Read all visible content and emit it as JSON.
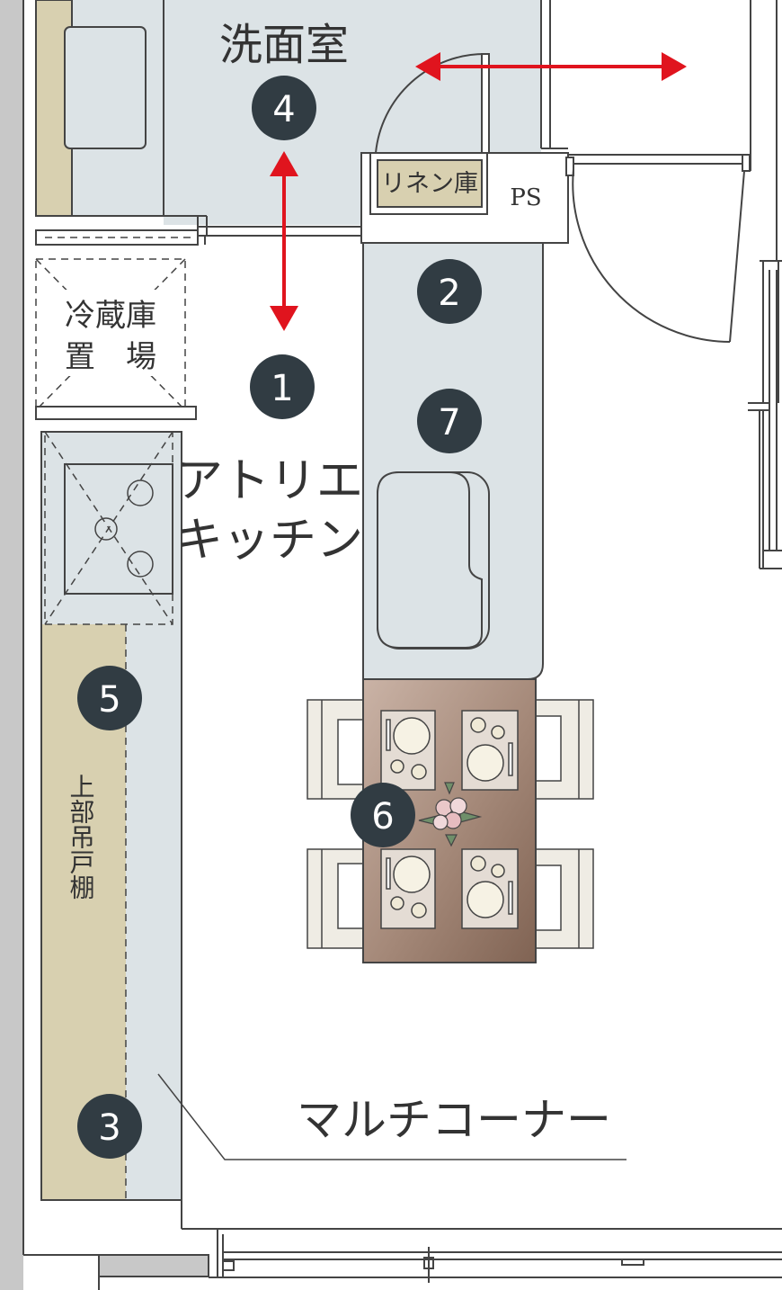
{
  "labels": {
    "washroom": "洗面室",
    "linen": "リネン庫",
    "ps": "PS",
    "fridge_line1": "冷蔵庫",
    "fridge_line2": "置　場",
    "kitchen_line1": "アトリエ",
    "kitchen_line2": "キッチン",
    "upper_cabinet": "上部吊戸棚",
    "multi_corner": "マルチコーナー"
  },
  "markers": {
    "m1": "1",
    "m2": "2",
    "m3": "3",
    "m4": "4",
    "m5": "5",
    "m6": "6",
    "m7": "7"
  },
  "colors": {
    "floor_blue": "#dce3e6",
    "counter_tan": "#d8d0b0",
    "wall_gray": "#c8c8c8",
    "marker_dark": "#313c43",
    "arrow_red": "#e0141e",
    "table_brown": "#a48878",
    "chair_cream": "#efece4"
  }
}
